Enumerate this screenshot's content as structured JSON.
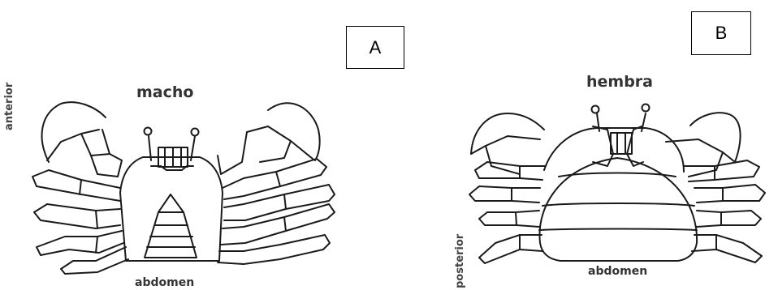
{
  "panels": [
    {
      "id": "A",
      "title": "macho",
      "bottom_label": "abdomen"
    },
    {
      "id": "B",
      "title": "hembra",
      "bottom_label": "abdomen"
    }
  ],
  "axis_labels": {
    "top": "anterior",
    "bottom": "posterior"
  }
}
